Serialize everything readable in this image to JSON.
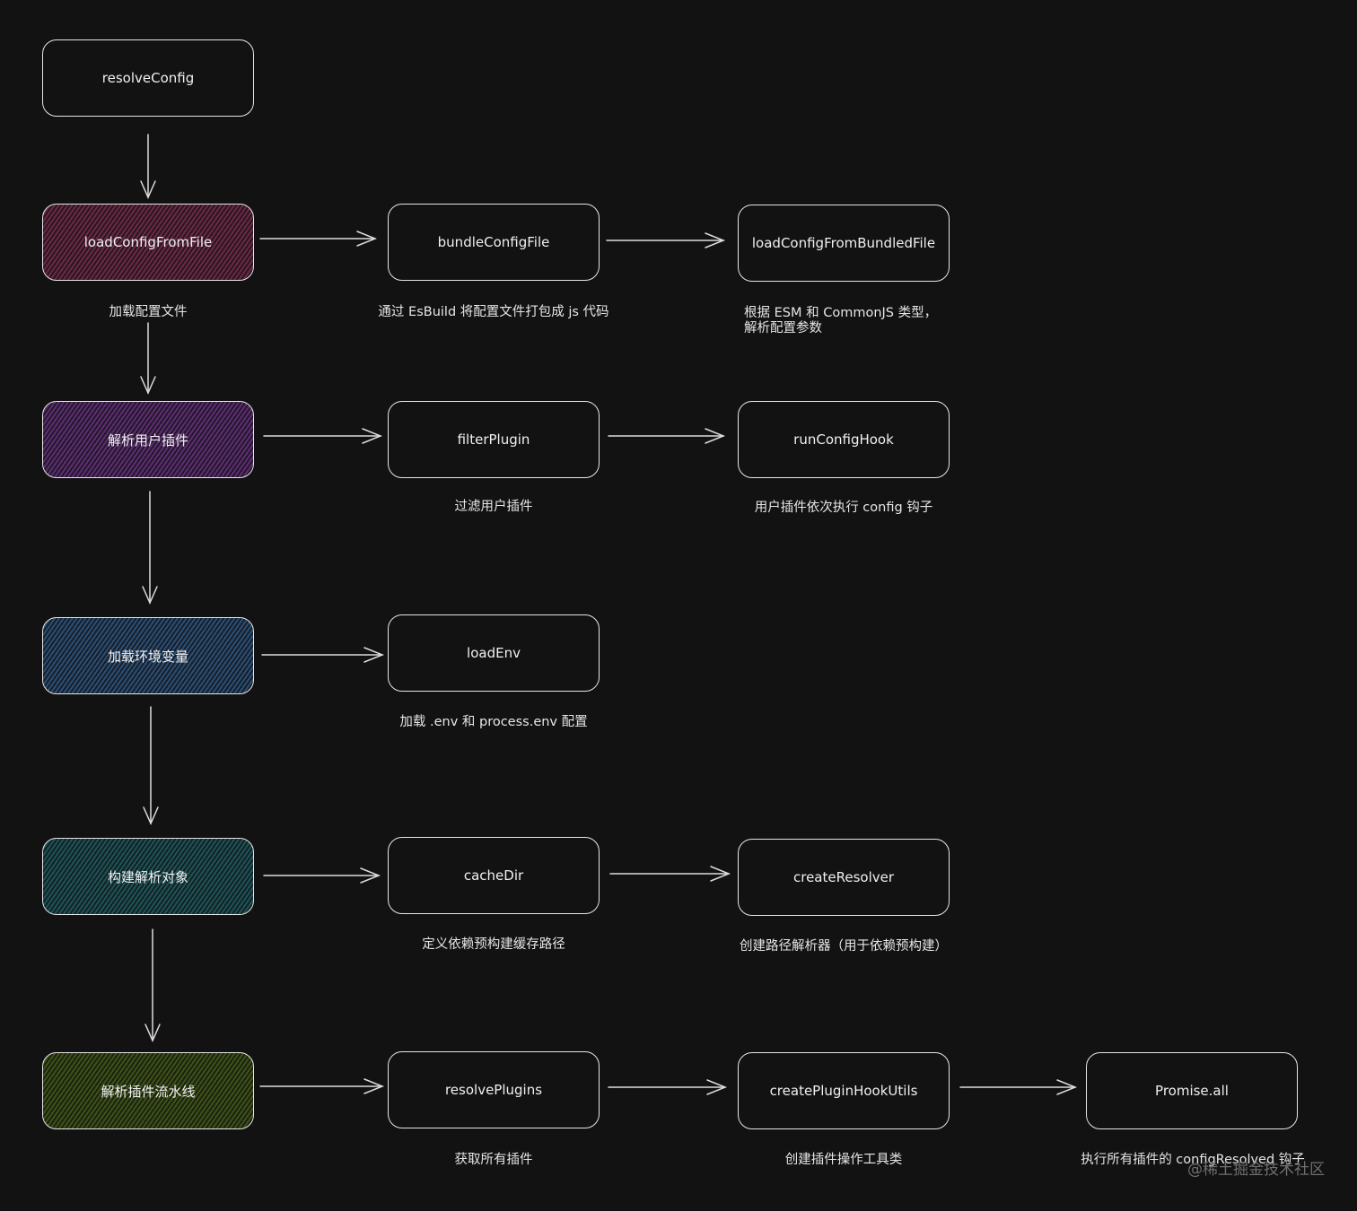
{
  "nodes": {
    "resolveConfig": "resolveConfig",
    "loadConfigFromFile": "loadConfigFromFile",
    "bundleConfigFile": "bundleConfigFile",
    "loadConfigFromBundledFile": "loadConfigFromBundledFile",
    "parseUserPlugins": "解析用户插件",
    "filterPlugin": "filterPlugin",
    "runConfigHook": "runConfigHook",
    "loadEnvVars": "加载环境变量",
    "loadEnv": "loadEnv",
    "buildResolveObject": "构建解析对象",
    "cacheDir": "cacheDir",
    "createResolver": "createResolver",
    "resolvePluginPipeline": "解析插件流水线",
    "resolvePlugins": "resolvePlugins",
    "createPluginHookUtils": "createPluginHookUtils",
    "promiseAll": "Promise.all"
  },
  "notes": {
    "loadConfigFromFile": "加载配置文件",
    "bundleConfigFile": "通过 EsBuild 将配置文件打包成 js 代码",
    "loadConfigFromBundledFile_line1": "根据 ESM 和 CommonJS 类型，",
    "loadConfigFromBundledFile_line2": "解析配置参数",
    "filterPlugin": "过滤用户插件",
    "runConfigHook": "用户插件依次执行 config 钩子",
    "loadEnv": "加载 .env 和 process.env 配置",
    "cacheDir": "定义依赖预构建缓存路径",
    "createResolver": "创建路径解析器（用于依赖预构建）",
    "resolvePlugins": "获取所有插件",
    "createPluginHookUtils": "创建插件操作工具类",
    "promiseAll": "执行所有插件的 configResolved 钩子"
  },
  "watermark": "@稀土掘金技术社区",
  "colors": {
    "background": "#121212",
    "stroke": "#e6e6e6",
    "pink": "#6a2a45",
    "purple": "#5c2f70",
    "blue": "#2d4e72",
    "teal": "#1f5358",
    "green": "#3e5219"
  }
}
